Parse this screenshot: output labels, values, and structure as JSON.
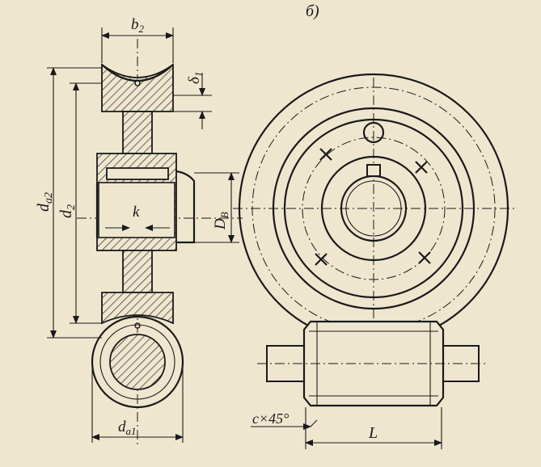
{
  "figure_label": "б)",
  "dimensions": {
    "b2": "b",
    "b2_sub": "2",
    "delta1": "δ",
    "delta1_sub": "1",
    "da2": "d",
    "da2_sub": "a2",
    "d2": "d",
    "d2_sub": "2",
    "k": "k",
    "DB": "D",
    "DB_sub": "B",
    "da1": "d",
    "da1_sub": "a1",
    "chamfer": "c×45°",
    "L": "L"
  }
}
